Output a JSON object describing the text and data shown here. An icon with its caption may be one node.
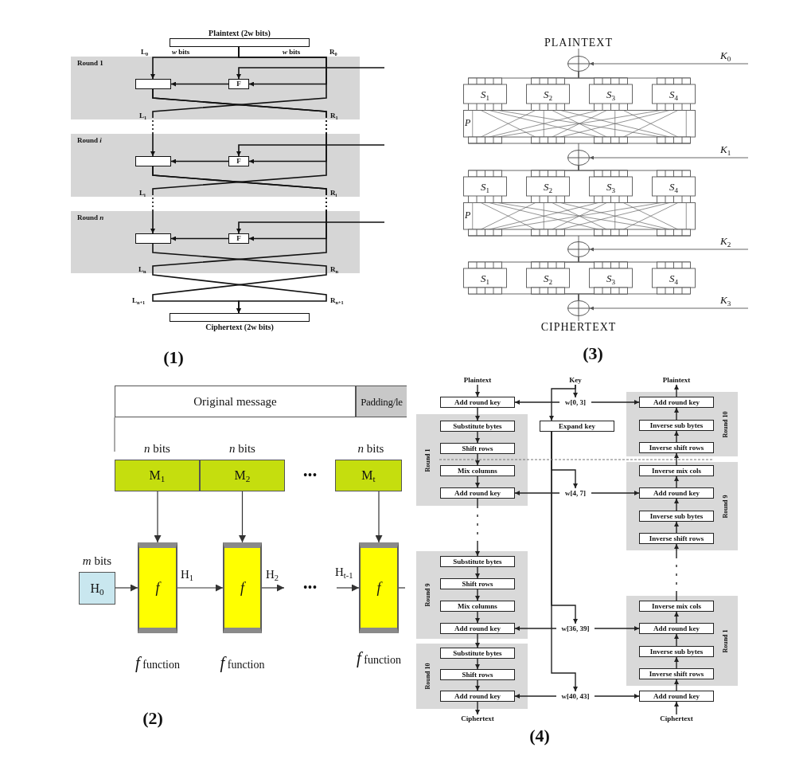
{
  "diagram": {
    "nodes": [
      {
        "text": [
          "Plaintext (2w bits)"
        ]
      },
      {
        "text": [
          "Round 1"
        ]
      },
      {
        "text": [],
        "shape": "box",
        "in": 1
      },
      {
        "text": [
          "F"
        ],
        "in": 1
      },
      {
        "text": [
          "Round *i*"
        ]
      },
      {
        "text": [],
        "shape": "box",
        "in": 4
      },
      {
        "text": [
          "F"
        ],
        "in": 4
      },
      {
        "text": [
          "Round *n*"
        ]
      },
      {
        "text": [],
        "shape": "box",
        "in": 7
      },
      {
        "text": [
          "F"
        ],
        "in": 7
      },
      {
        "text": [
          "Ciphertext (2w bits)"
        ]
      },
      {
        "text": [
          "PLAINTEXT"
        ]
      },
      {
        "text": [
          "*K*$_{0}$"
        ]
      },
      {
        "text": [],
        "shape": "circle"
      },
      {
        "text": [
          "*S*$_{1}$"
        ]
      },
      {
        "text": [
          "*S*$_{2}$"
        ]
      },
      {
        "text": [
          "*S*$_{3}$"
        ]
      },
      {
        "text": [
          "*S*$_{4}$"
        ]
      },
      {
        "text": [
          "P"
        ]
      },
      {
        "text": [
          "*K*$_{1}$"
        ]
      },
      {
        "text": [],
        "shape": "circle"
      },
      {
        "text": [
          "*S*$_{1}$"
        ]
      },
      {
        "text": [
          "*S*$_{2}$"
        ]
      },
      {
        "text": [
          "*S*$_{3}$"
        ]
      },
      {
        "text": [
          "*S*$_{4}$"
        ]
      },
      {
        "text": [
          "P"
        ]
      },
      {
        "text": [
          "*K*$_{2}$"
        ]
      },
      {
        "text": [],
        "shape": "circle"
      },
      {
        "text": [
          "*S*$_{1}$"
        ]
      },
      {
        "text": [
          "*S*$_{2}$"
        ]
      },
      {
        "text": [
          "*S*$_{3}$"
        ]
      },
      {
        "text": [
          "*S*$_{4}$"
        ]
      },
      {
        "text": [
          "*K*$_{3}$"
        ]
      },
      {
        "text": [],
        "shape": "circle"
      },
      {
        "text": [
          "CIPHERTEXT"
        ]
      },
      {
        "text": [
          "Original message"
        ]
      },
      {
        "text": [
          "Padding/le"
        ]
      },
      {
        "text": [
          "M$_{1}$"
        ],
        "beside": [
          "*n* bits"
        ]
      },
      {
        "text": [
          "M$_{2}$"
        ],
        "beside": [
          "*n* bits"
        ]
      },
      {
        "text": [
          "M$_{t}$"
        ],
        "beside": [
          "*n* bits"
        ]
      },
      {
        "text": [
          "H$_{0}$"
        ],
        "beside": [
          "*m* bits"
        ]
      },
      {
        "text": [
          "f"
        ],
        "beside": [
          "*f* function"
        ]
      },
      {
        "text": [
          "f"
        ],
        "beside": [
          "*f* function"
        ]
      },
      {
        "text": [
          "f"
        ],
        "beside": [
          "*f* function"
        ]
      },
      {
        "text": [
          "Plaintext"
        ]
      },
      {
        "text": [
          "Add round key"
        ]
      },
      {
        "text": [
          "Round 1"
        ]
      },
      {
        "text": [
          "Substitute bytes"
        ],
        "in": 46
      },
      {
        "text": [
          "Shift rows"
        ],
        "in": 46
      },
      {
        "text": [
          "Mix columns"
        ],
        "in": 46
      },
      {
        "text": [
          "Add round key"
        ],
        "in": 46
      },
      {
        "text": [
          "Round 9"
        ]
      },
      {
        "text": [
          "Substitute bytes"
        ],
        "in": 51
      },
      {
        "text": [
          "Shift rows"
        ],
        "in": 51
      },
      {
        "text": [
          "Mix columns"
        ],
        "in": 51
      },
      {
        "text": [
          "Add round key"
        ],
        "in": 51
      },
      {
        "text": [
          "Round 10"
        ]
      },
      {
        "text": [
          "Substitute bytes"
        ],
        "in": 56
      },
      {
        "text": [
          "Shift rows"
        ],
        "in": 56
      },
      {
        "text": [
          "Add round key"
        ],
        "in": 56
      },
      {
        "text": [
          "Ciphertext"
        ]
      },
      {
        "text": [
          "Key"
        ]
      },
      {
        "text": [
          "w[0, 3]"
        ]
      },
      {
        "text": [
          "Expand key"
        ]
      },
      {
        "text": [
          "w[4, 7]"
        ]
      },
      {
        "text": [
          "w[36, 39]"
        ]
      },
      {
        "text": [
          "w[40, 43]"
        ]
      },
      {
        "text": [
          "Plaintext"
        ]
      },
      {
        "text": [
          "Round 10"
        ]
      },
      {
        "text": [
          "Add round key"
        ],
        "in": 68
      },
      {
        "text": [
          "Inverse sub bytes"
        ],
        "in": 68
      },
      {
        "text": [
          "Inverse shift rows"
        ],
        "in": 68
      },
      {
        "text": [
          "Round 9"
        ]
      },
      {
        "text": [
          "Inverse mix cols"
        ],
        "in": 72
      },
      {
        "text": [
          "Add round key"
        ],
        "in": 72
      },
      {
        "text": [
          "Inverse sub bytes"
        ],
        "in": 72
      },
      {
        "text": [
          "Inverse shift rows"
        ],
        "in": 72
      },
      {
        "text": [
          "Round 1"
        ]
      },
      {
        "text": [
          "Inverse mix cols"
        ],
        "in": 77
      },
      {
        "text": [
          "Add round key"
        ],
        "in": 77
      },
      {
        "text": [
          "Inverse sub bytes"
        ],
        "in": 77
      },
      {
        "text": [
          "Inverse shift rows"
        ],
        "in": 77
      },
      {
        "text": [
          "Add round key"
        ]
      },
      {
        "text": [
          "Ciphertext"
        ]
      }
    ],
    "edges": [
      {
        "from": 0,
        "to": 2,
        "arrow": "to"
      },
      {
        "from": 0,
        "to": 3,
        "arrow": "to"
      },
      {
        "from": 3,
        "to": 2,
        "arrow": "to"
      },
      {
        "from": null,
        "to": 3,
        "arrow": "to"
      },
      {
        "from": 0,
        "to": 5,
        "arrow": "to",
        "style": "dashed"
      },
      {
        "from": 2,
        "to": 6,
        "arrow": "to",
        "style": "dashed"
      },
      {
        "from": 6,
        "to": 5,
        "arrow": "to"
      },
      {
        "from": null,
        "to": 6,
        "arrow": "to"
      },
      {
        "from": 2,
        "to": 8,
        "arrow": "to",
        "style": "dashed"
      },
      {
        "from": 5,
        "to": 9,
        "arrow": "to",
        "style": "dashed"
      },
      {
        "from": 9,
        "to": 8,
        "arrow": "to"
      },
      {
        "from": null,
        "to": 9,
        "arrow": "to"
      },
      {
        "from": 5,
        "to": 10,
        "arrow": "to",
        "style": "dashed"
      },
      {
        "from": 8,
        "to": 10,
        "arrow": "to"
      },
      {
        "from": 11,
        "to": 13,
        "arrow": "none"
      },
      {
        "from": 12,
        "to": 13,
        "arrow": "to"
      },
      {
        "from": 13,
        "to": 14,
        "arrow": "none"
      },
      {
        "from": 13,
        "to": 15,
        "arrow": "none"
      },
      {
        "from": 13,
        "to": 16,
        "arrow": "none"
      },
      {
        "from": 13,
        "to": 17,
        "arrow": "none"
      },
      {
        "from": 14,
        "to": 18,
        "arrow": "none"
      },
      {
        "from": 15,
        "to": 18,
        "arrow": "none"
      },
      {
        "from": 16,
        "to": 18,
        "arrow": "none"
      },
      {
        "from": 17,
        "to": 18,
        "arrow": "none"
      },
      {
        "from": 18,
        "to": 20,
        "arrow": "none"
      },
      {
        "from": 19,
        "to": 20,
        "arrow": "to"
      },
      {
        "from": 20,
        "to": 21,
        "arrow": "none"
      },
      {
        "from": 20,
        "to": 22,
        "arrow": "none"
      },
      {
        "from": 20,
        "to": 23,
        "arrow": "none"
      },
      {
        "from": 20,
        "to": 24,
        "arrow": "none"
      },
      {
        "from": 21,
        "to": 25,
        "arrow": "none"
      },
      {
        "from": 22,
        "to": 25,
        "arrow": "none"
      },
      {
        "from": 23,
        "to": 25,
        "arrow": "none"
      },
      {
        "from": 24,
        "to": 25,
        "arrow": "none"
      },
      {
        "from": 25,
        "to": 27,
        "arrow": "none"
      },
      {
        "from": 26,
        "to": 27,
        "arrow": "to"
      },
      {
        "from": 27,
        "to": 28,
        "arrow": "none"
      },
      {
        "from": 27,
        "to": 29,
        "arrow": "none"
      },
      {
        "from": 27,
        "to": 30,
        "arrow": "none"
      },
      {
        "from": 27,
        "to": 31,
        "arrow": "none"
      },
      {
        "from": 28,
        "to": 33,
        "arrow": "none"
      },
      {
        "from": 29,
        "to": 33,
        "arrow": "none"
      },
      {
        "from": 30,
        "to": 33,
        "arrow": "none"
      },
      {
        "from": 31,
        "to": 33,
        "arrow": "none"
      },
      {
        "from": 32,
        "to": 33,
        "arrow": "to"
      },
      {
        "from": 33,
        "to": 34,
        "arrow": "none"
      },
      {
        "from": 37,
        "to": 41,
        "arrow": "to"
      },
      {
        "from": 38,
        "to": 42,
        "arrow": "to"
      },
      {
        "from": 39,
        "to": 43,
        "arrow": "to"
      },
      {
        "from": 40,
        "to": 41,
        "arrow": "to"
      },
      {
        "from": 41,
        "to": 42,
        "arrow": "to",
        "label": "H$_{1}$"
      },
      {
        "from": 42,
        "to": null,
        "arrow": "to",
        "label": "H$_{2}$"
      },
      {
        "from": null,
        "to": 43,
        "arrow": "to",
        "label": "H$_{t-1}$"
      },
      {
        "from": 43,
        "to": null,
        "arrow": "none"
      },
      {
        "from": 44,
        "to": 45,
        "arrow": "to"
      },
      {
        "from": 45,
        "to": 47,
        "arrow": "to"
      },
      {
        "from": 47,
        "to": 48,
        "arrow": "to"
      },
      {
        "from": 48,
        "to": 49,
        "arrow": "to"
      },
      {
        "from": 49,
        "to": 50,
        "arrow": "to"
      },
      {
        "from": 50,
        "to": 52,
        "arrow": "to",
        "style": "dashed"
      },
      {
        "from": 52,
        "to": 53,
        "arrow": "to"
      },
      {
        "from": 53,
        "to": 54,
        "arrow": "to"
      },
      {
        "from": 54,
        "to": 55,
        "arrow": "to"
      },
      {
        "from": 55,
        "to": 57,
        "arrow": "to"
      },
      {
        "from": 57,
        "to": 58,
        "arrow": "to"
      },
      {
        "from": 58,
        "to": 59,
        "arrow": "to"
      },
      {
        "from": 59,
        "to": 60,
        "arrow": "to"
      },
      {
        "from": 61,
        "to": 62,
        "arrow": "to"
      },
      {
        "from": 61,
        "to": 63,
        "arrow": "to"
      },
      {
        "from": 62,
        "to": 45,
        "arrow": "to"
      },
      {
        "from": 62,
        "to": 69,
        "arrow": "to"
      },
      {
        "from": 63,
        "to": 64,
        "arrow": "to"
      },
      {
        "from": 63,
        "to": 65,
        "arrow": "to"
      },
      {
        "from": 63,
        "to": 66,
        "arrow": "to"
      },
      {
        "from": 64,
        "to": 50,
        "arrow": "to"
      },
      {
        "from": 64,
        "to": 74,
        "arrow": "to"
      },
      {
        "from": 65,
        "to": 55,
        "arrow": "to"
      },
      {
        "from": 65,
        "to": 79,
        "arrow": "to"
      },
      {
        "from": 66,
        "to": 59,
        "arrow": "to"
      },
      {
        "from": 66,
        "to": 82,
        "arrow": "to"
      },
      {
        "from": 83,
        "to": 82,
        "arrow": "to"
      },
      {
        "from": 82,
        "to": 81,
        "arrow": "to"
      },
      {
        "from": 81,
        "to": 80,
        "arrow": "to"
      },
      {
        "from": 80,
        "to": 79,
        "arrow": "to"
      },
      {
        "from": 79,
        "to": 78,
        "arrow": "to"
      },
      {
        "from": 78,
        "to": 76,
        "arrow": "to",
        "style": "dashed"
      },
      {
        "from": 76,
        "to": 75,
        "arrow": "to"
      },
      {
        "from": 75,
        "to": 74,
        "arrow": "to"
      },
      {
        "from": 74,
        "to": 73,
        "arrow": "to"
      },
      {
        "from": 73,
        "to": 71,
        "arrow": "to"
      },
      {
        "from": 71,
        "to": 70,
        "arrow": "to"
      },
      {
        "from": 70,
        "to": 69,
        "arrow": "to"
      },
      {
        "from": 69,
        "to": 67,
        "arrow": "to"
      }
    ],
    "labels": [
      "L$_{0}$",
      "*w* bits",
      "*w* bits",
      "R$_{0}$",
      "L$_{1}$",
      "R$_{1}$",
      "L$_{i}$",
      "R$_{i}$",
      "L$_{n}$",
      "R$_{n}$",
      "L$_{n+1}$",
      "R$_{n+1}$",
      "(1)",
      "(3)",
      "•••",
      "•••",
      "(2)",
      "(4)"
    ]
  }
}
